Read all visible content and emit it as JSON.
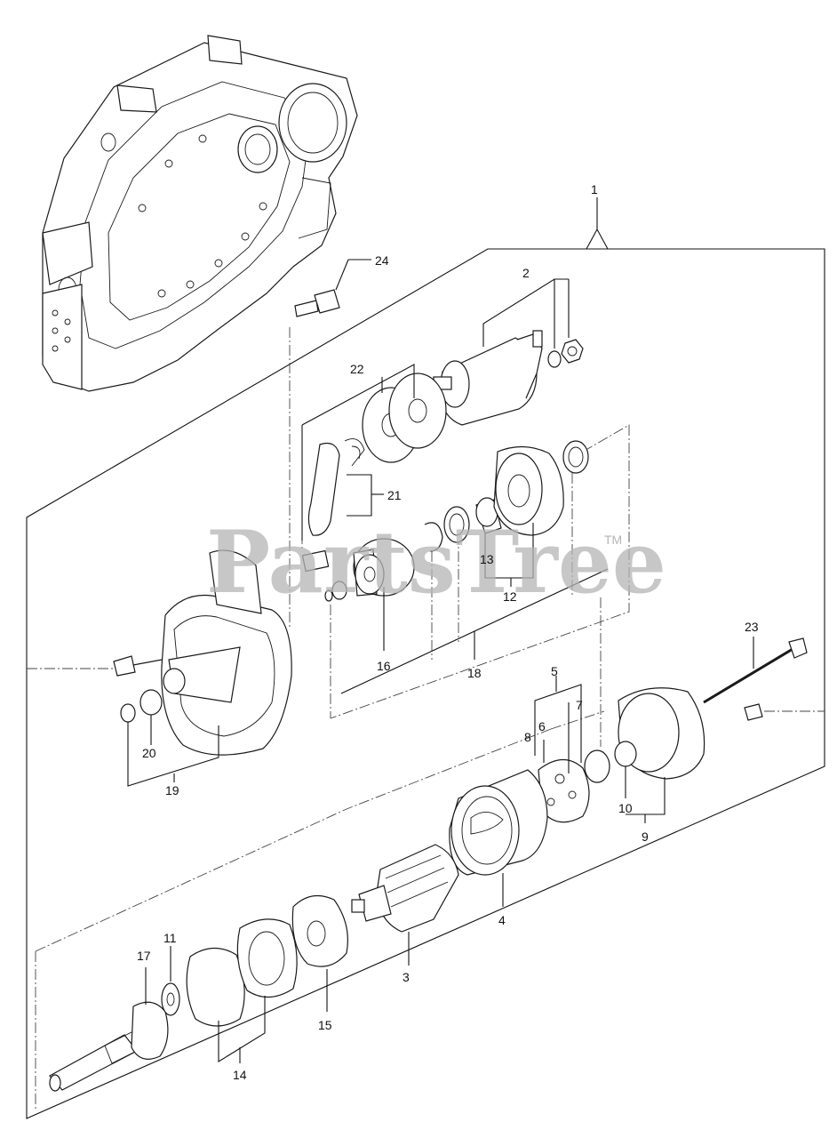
{
  "watermark": {
    "brand": "PartsTree",
    "trademark": "TM"
  },
  "callouts": {
    "c1": "1",
    "c2": "2",
    "c3": "3",
    "c4": "4",
    "c5": "5",
    "c6": "6",
    "c7": "7",
    "c8": "8",
    "c9": "9",
    "c10": "10",
    "c11": "11",
    "c12": "12",
    "c13": "13",
    "c14": "14",
    "c15": "15",
    "c16": "16",
    "c17": "17",
    "c18": "18",
    "c19": "19",
    "c20": "20",
    "c21": "21",
    "c22": "22",
    "c23": "23",
    "c24": "24"
  }
}
